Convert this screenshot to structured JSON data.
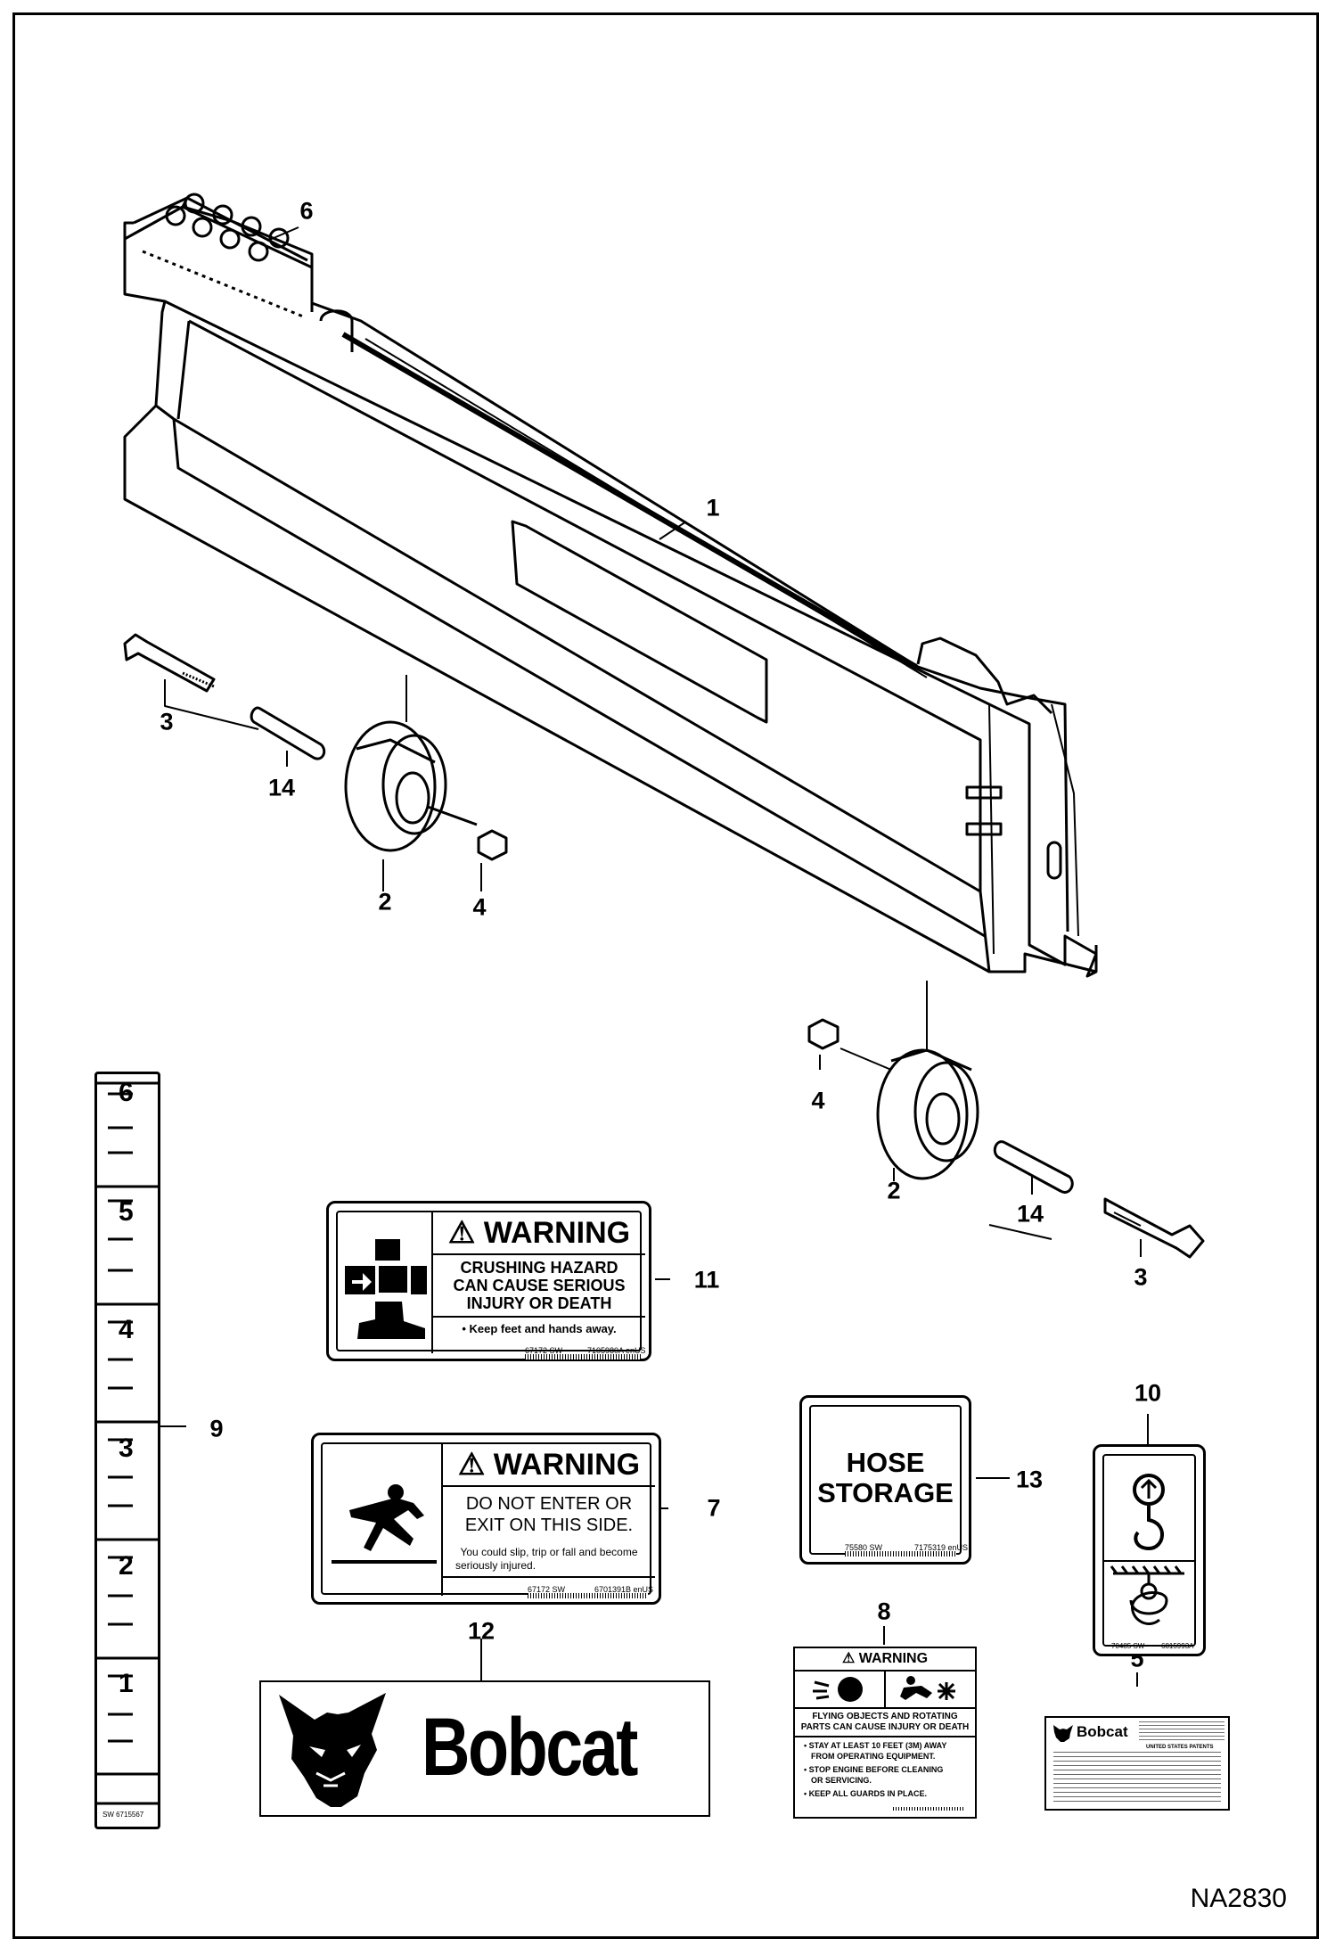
{
  "figure_id": "NA2830",
  "callouts": {
    "c1": "1",
    "c2a": "2",
    "c2b": "2",
    "c3a": "3",
    "c3b": "3",
    "c4a": "4",
    "c4b": "4",
    "c5": "5",
    "c6": "6",
    "c7": "7",
    "c8": "8",
    "c9": "9",
    "c10": "10",
    "c11": "11",
    "c12": "12",
    "c13": "13",
    "c14a": "14",
    "c14b": "14"
  },
  "ruler": {
    "marks": [
      "6",
      "5",
      "4",
      "3",
      "2",
      "1"
    ],
    "code": "SW 6715567"
  },
  "decal_11": {
    "header": "⚠ WARNING",
    "line1": "CRUSHING HAZARD",
    "line2": "CAN CAUSE SERIOUS",
    "line3": "INJURY OR DEATH",
    "bullet": "• Keep feet and hands away.",
    "code_left": "67172 SW",
    "code_right": "7105980A enUS"
  },
  "decal_7": {
    "header": "⚠ WARNING",
    "line1": "DO NOT ENTER OR",
    "line2": "EXIT ON THIS  SIDE.",
    "sub1": "You could slip, trip or fall and become",
    "sub2": "seriously injured.",
    "code_left": "67172 SW",
    "code_right": "6701391B enUS"
  },
  "decal_13": {
    "line1": "HOSE",
    "line2": "STORAGE",
    "code_left": "75580 SW",
    "code_right": "7175319 enUS"
  },
  "decal_10": {
    "code_left": "70485 SW",
    "code_right": "6815993A"
  },
  "decal_8": {
    "header": "⚠ WARNING",
    "line1": "FLYING OBJECTS AND ROTATING",
    "line2": "PARTS CAN CAUSE INJURY OR DEATH",
    "b1": "• STAY AT LEAST 10 FEET (3M) AWAY",
    "b1b": "FROM OPERATING EQUIPMENT.",
    "b2": "• STOP ENGINE BEFORE CLEANING",
    "b2b": "OR SERVICING.",
    "b3": "• KEEP ALL GUARDS IN PLACE."
  },
  "decal_12": {
    "brand": "Bobcat"
  },
  "decal_5": {
    "brand": "Bobcat",
    "subtitle": "UNITED STATES PATENTS"
  },
  "icons": [
    "bobcat-logo-icon",
    "crushing-foot-icon",
    "slip-fall-icon",
    "lift-hook-icon",
    "tie-down-icon",
    "flying-objects-icon"
  ]
}
